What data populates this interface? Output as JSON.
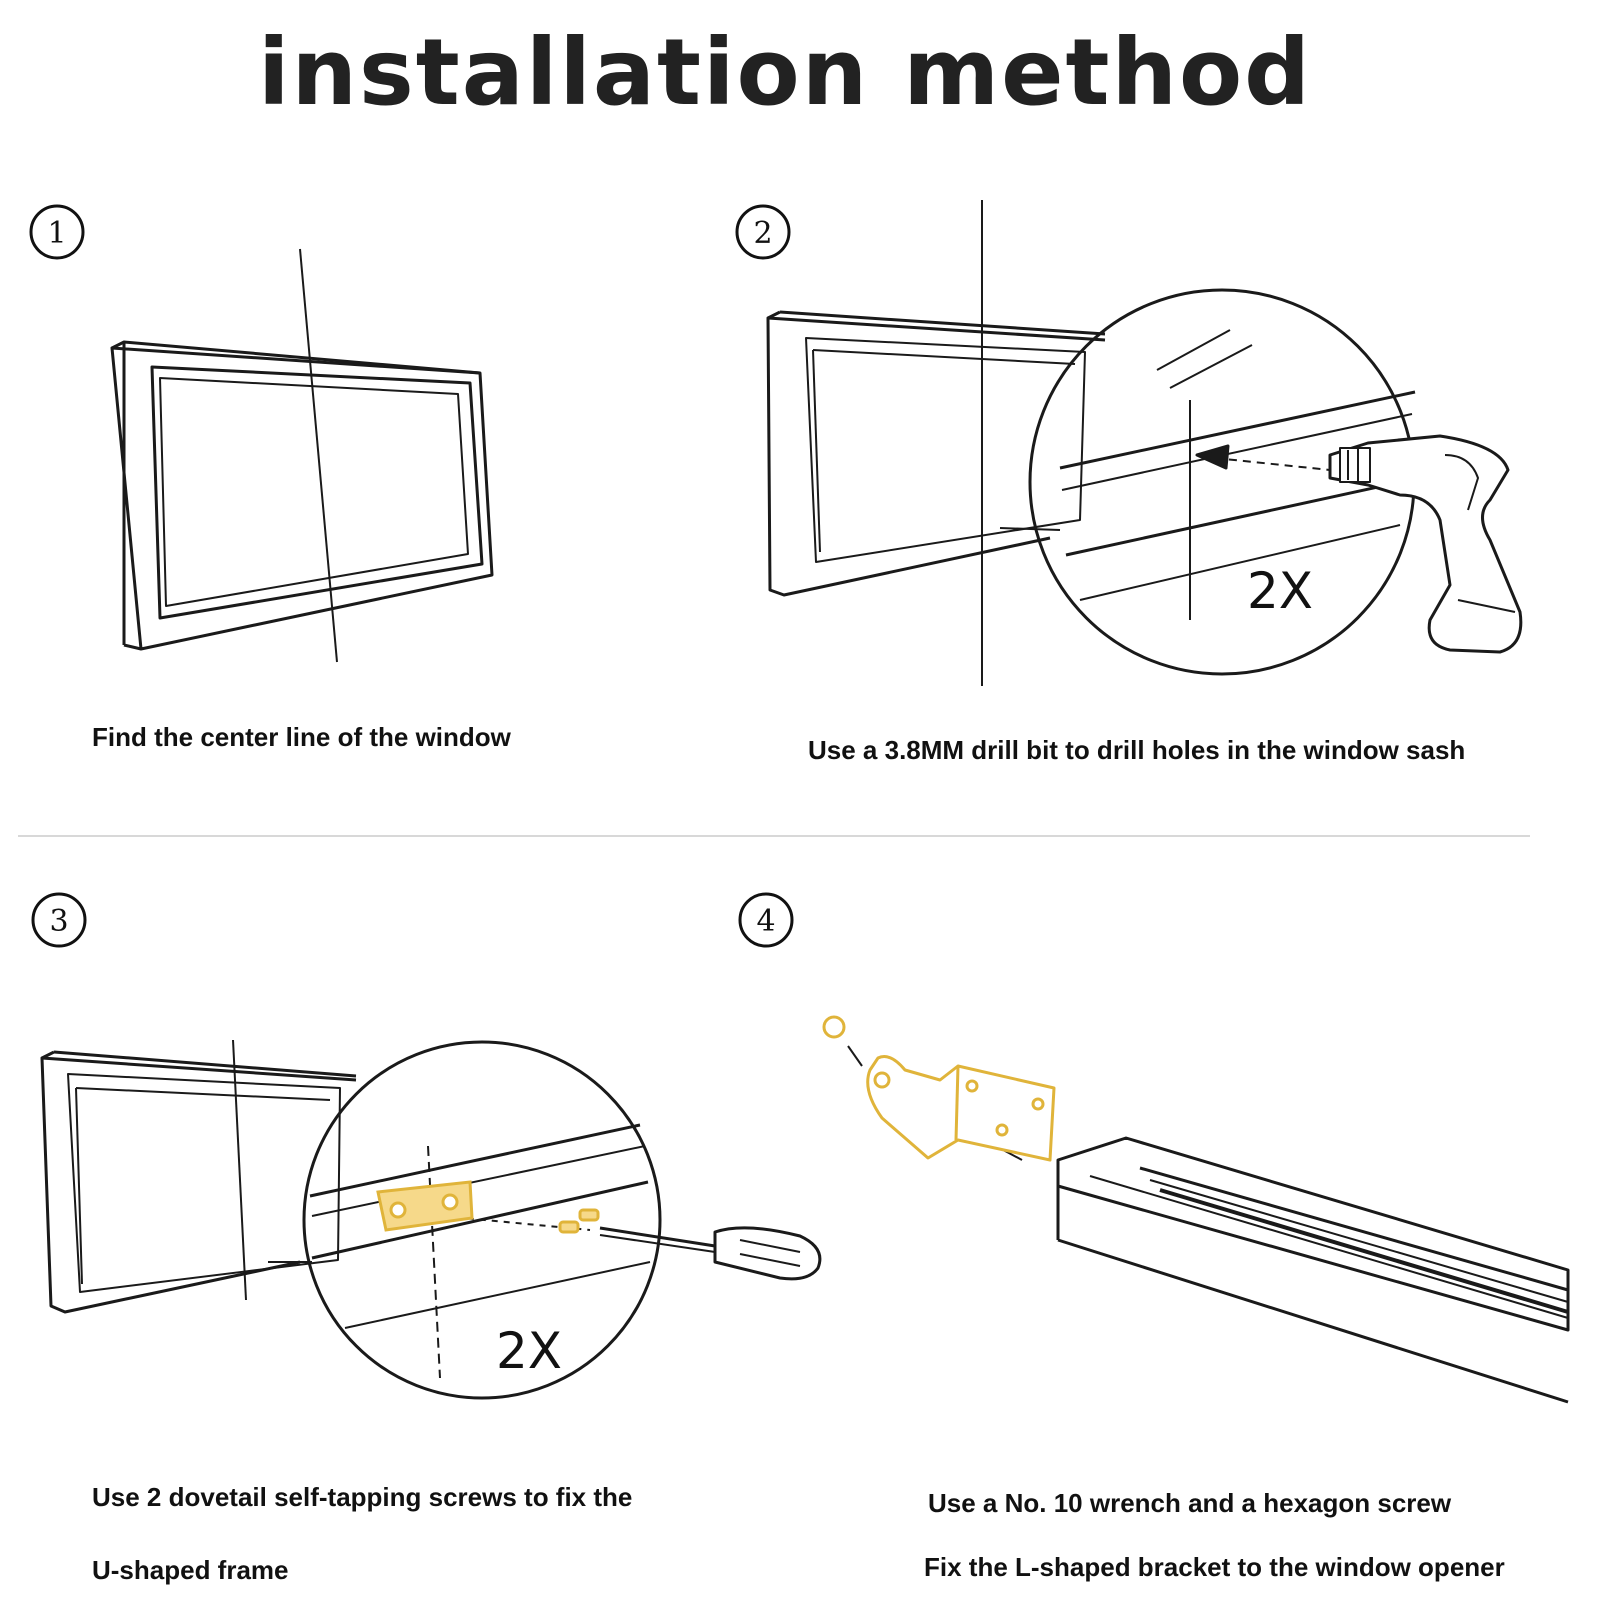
{
  "title": "installation method",
  "steps": [
    {
      "number": "1",
      "caption_lines": [
        "Find the center line of the window"
      ]
    },
    {
      "number": "2",
      "caption_lines": [
        "Use a 3.8MM drill bit to drill holes in the window sash"
      ],
      "callout": "2X"
    },
    {
      "number": "3",
      "caption_lines": [
        "Use 2 dovetail self-tapping screws to fix the",
        "U-shaped frame"
      ],
      "callout": "2X"
    },
    {
      "number": "4",
      "caption_lines": [
        "Use a No. 10 wrench and a hexagon screw",
        "Fix the L-shaped bracket to the window opener"
      ]
    }
  ],
  "colors": {
    "line": "#1a1a1a",
    "hardware": "#e0b43a",
    "divider": "#d8d8d8"
  }
}
